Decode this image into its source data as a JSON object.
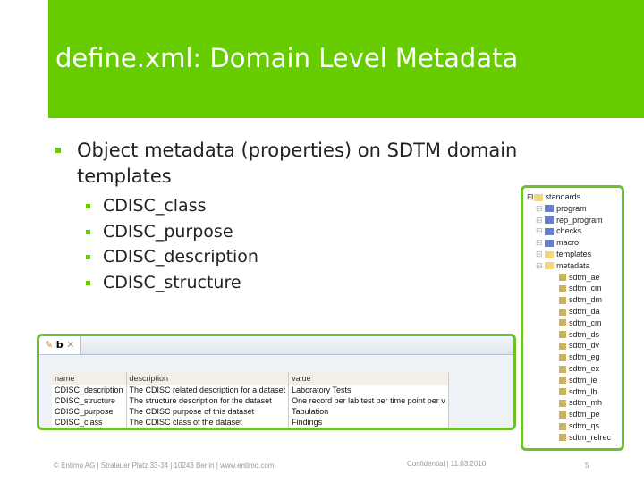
{
  "title": "define.xml: Domain Level Metadata",
  "bullet": "Object metadata (properties) on SDTM domain templates",
  "sub_bullets": [
    "CDISC_class",
    "CDISC_purpose",
    "CDISC_description",
    "CDISC_structure"
  ],
  "screenshot": {
    "tab_label": "b",
    "columns": [
      "name",
      "description",
      "value"
    ],
    "rows": [
      [
        "CDISC_description",
        "The CDISC related description for a dataset",
        "Laboratory Tests"
      ],
      [
        "CDISC_structure",
        "The structure description for the dataset",
        "One record per lab test per time point per v"
      ],
      [
        "CDISC_purpose",
        "The CDISC purpose of this dataset",
        "Tabulation"
      ],
      [
        "CDISC_class",
        "The CDISC class of the dataset",
        "Findings"
      ]
    ]
  },
  "tree": {
    "root": "standards",
    "folders": [
      "program",
      "rep_program",
      "checks",
      "macro",
      "templates",
      "metadata"
    ],
    "items": [
      "sdtm_ae",
      "sdtm_cm",
      "sdtm_dm",
      "sdtm_da",
      "sdtm_cm",
      "sdtm_ds",
      "sdtm_dv",
      "sdtm_eg",
      "sdtm_ex",
      "sdtm_ie",
      "sdtm_lb",
      "sdtm_mh",
      "sdtm_pe",
      "sdtm_qs",
      "sdtm_relrec"
    ]
  },
  "footer": {
    "left": "© Entimo AG | Stralauer Platz 33-34 | 10243 Berlin | www.entimo.com",
    "center": "Confidential | 11.03.2010",
    "page": "5"
  },
  "colors": {
    "accent": "#66cc00"
  }
}
